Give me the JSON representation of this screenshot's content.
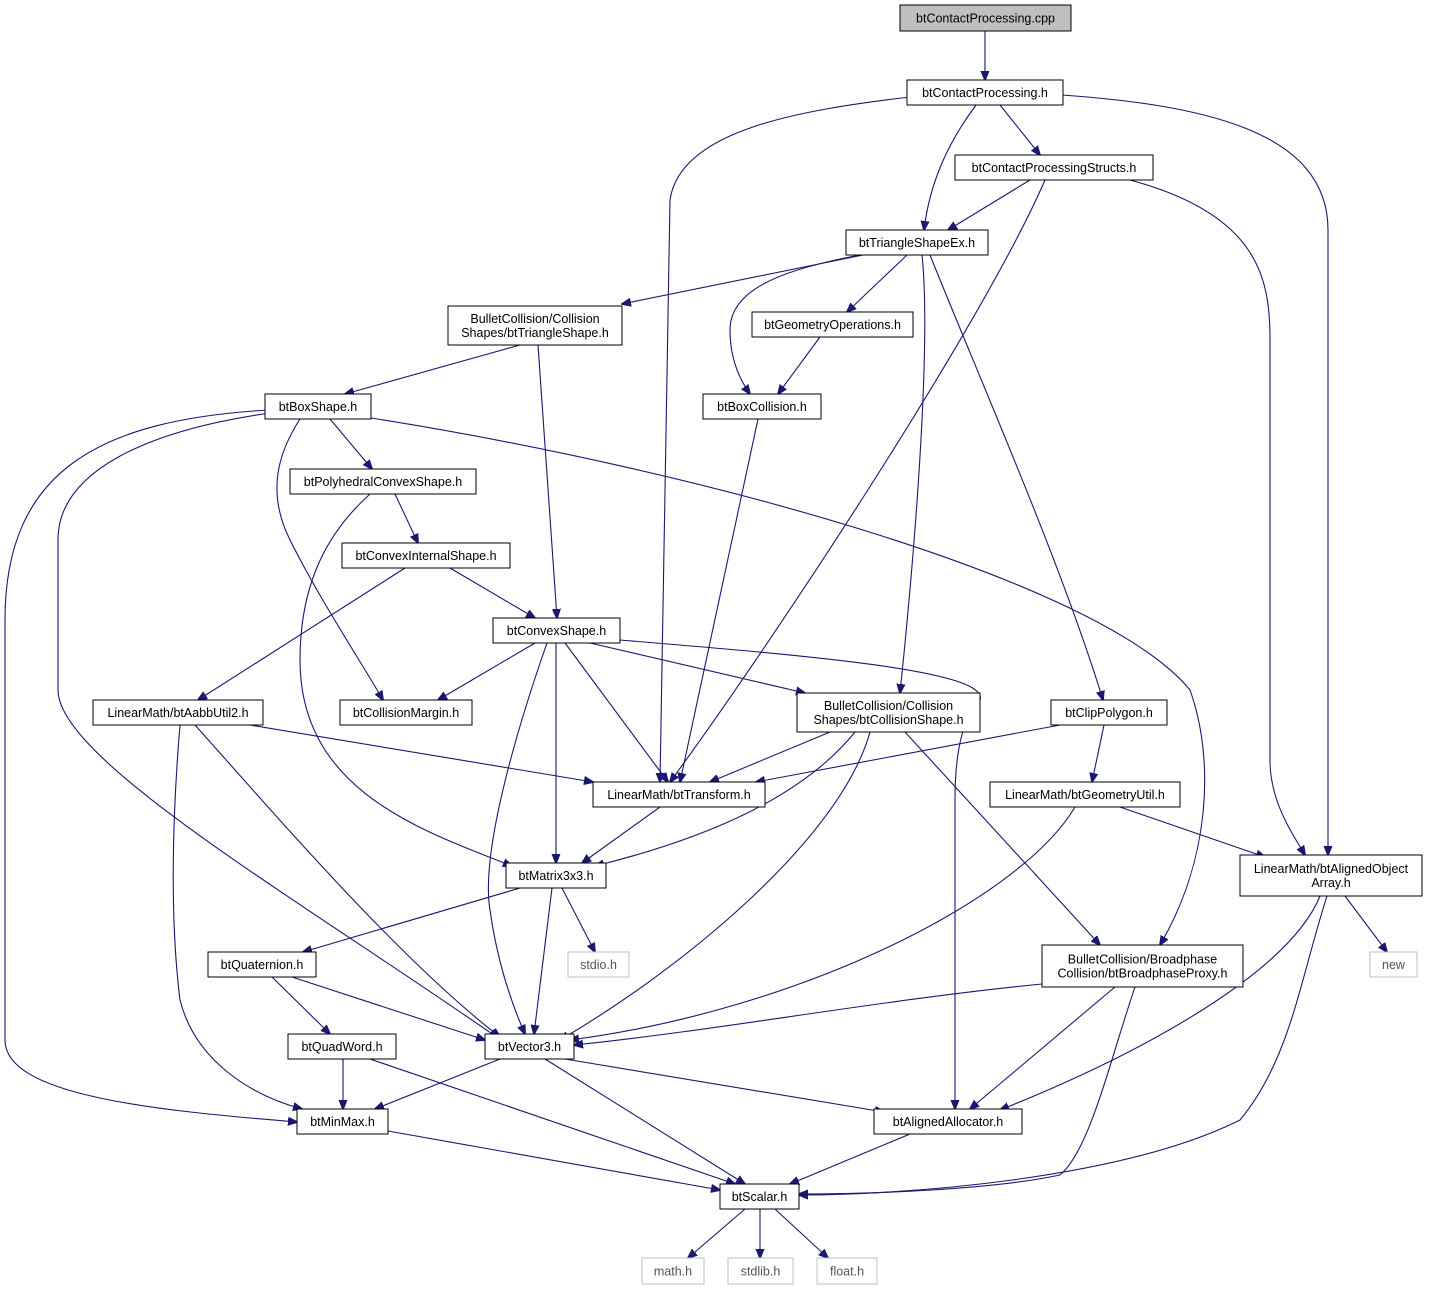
{
  "colors": {
    "edge": "#191970",
    "root_fill": "#bfbfbf",
    "external_border": "#bfbfbf"
  },
  "nodes": [
    {
      "id": "root",
      "lines": [
        "btContactProcessing.cpp"
      ],
      "kind": "root"
    },
    {
      "id": "cph",
      "lines": [
        "btContactProcessing.h"
      ]
    },
    {
      "id": "cps",
      "lines": [
        "btContactProcessingStructs.h"
      ]
    },
    {
      "id": "tse",
      "lines": [
        "btTriangleShapeEx.h"
      ]
    },
    {
      "id": "bct",
      "lines": [
        "BulletCollision/Collision",
        "Shapes/btTriangleShape.h"
      ]
    },
    {
      "id": "geo",
      "lines": [
        "btGeometryOperations.h"
      ]
    },
    {
      "id": "box",
      "lines": [
        "btBoxShape.h"
      ]
    },
    {
      "id": "boxc",
      "lines": [
        "btBoxCollision.h"
      ]
    },
    {
      "id": "poly",
      "lines": [
        "btPolyhedralConvexShape.h"
      ]
    },
    {
      "id": "cint",
      "lines": [
        "btConvexInternalShape.h"
      ]
    },
    {
      "id": "cvx",
      "lines": [
        "btConvexShape.h"
      ]
    },
    {
      "id": "aabb",
      "lines": [
        "LinearMath/btAabbUtil2.h"
      ]
    },
    {
      "id": "cmar",
      "lines": [
        "btCollisionMargin.h"
      ]
    },
    {
      "id": "bcs",
      "lines": [
        "BulletCollision/Collision",
        "Shapes/btCollisionShape.h"
      ]
    },
    {
      "id": "clip",
      "lines": [
        "btClipPolygon.h"
      ]
    },
    {
      "id": "tr",
      "lines": [
        "LinearMath/btTransform.h"
      ]
    },
    {
      "id": "gu",
      "lines": [
        "LinearMath/btGeometryUtil.h"
      ]
    },
    {
      "id": "aoa",
      "lines": [
        "LinearMath/btAlignedObject",
        "Array.h"
      ]
    },
    {
      "id": "mat",
      "lines": [
        "btMatrix3x3.h"
      ]
    },
    {
      "id": "quat",
      "lines": [
        "btQuaternion.h"
      ]
    },
    {
      "id": "stdio",
      "lines": [
        "stdio.h"
      ],
      "kind": "ext"
    },
    {
      "id": "bp",
      "lines": [
        "BulletCollision/Broadphase",
        "Collision/btBroadphaseProxy.h"
      ]
    },
    {
      "id": "new",
      "lines": [
        "new"
      ],
      "kind": "ext"
    },
    {
      "id": "qw",
      "lines": [
        "btQuadWord.h"
      ]
    },
    {
      "id": "v3",
      "lines": [
        "btVector3.h"
      ]
    },
    {
      "id": "mm",
      "lines": [
        "btMinMax.h"
      ]
    },
    {
      "id": "aa",
      "lines": [
        "btAlignedAllocator.h"
      ]
    },
    {
      "id": "sc",
      "lines": [
        "btScalar.h"
      ]
    },
    {
      "id": "math",
      "lines": [
        "math.h"
      ],
      "kind": "ext"
    },
    {
      "id": "stdlib",
      "lines": [
        "stdlib.h"
      ],
      "kind": "ext"
    },
    {
      "id": "float",
      "lines": [
        "float.h"
      ],
      "kind": "ext"
    }
  ]
}
